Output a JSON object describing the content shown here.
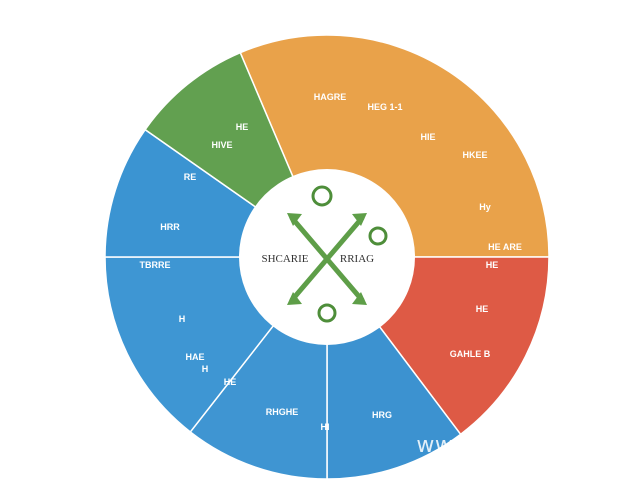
{
  "center": {
    "left_text": "SHCARIE",
    "right_text": "RRIAG",
    "icon": "green-x-cross-arrows-icon"
  },
  "segments": [
    {
      "id": "orange",
      "color": "#E9A24A",
      "labels": [
        "HAGRE",
        "HEG 1-1",
        "HIE",
        "HKEE",
        "Hy"
      ]
    },
    {
      "id": "red",
      "color": "#DE5A45",
      "labels": [
        "HE ARE",
        "HE",
        "HE",
        "GAHLE B"
      ]
    },
    {
      "id": "blue-lower-right",
      "color": "#3C92D0",
      "labels": [
        "HRG"
      ]
    },
    {
      "id": "blue-lower-mid",
      "color": "#3F95D2",
      "labels": [
        "RHGHE",
        "HI"
      ]
    },
    {
      "id": "blue-left",
      "color": "#3E96D3",
      "labels": [
        "TBRRE",
        "H",
        "HAE",
        "H",
        "HE"
      ]
    },
    {
      "id": "blue-upper-left",
      "color": "#3B94D2",
      "labels": [
        "HRR"
      ]
    },
    {
      "id": "green",
      "color": "#62A050",
      "labels": [
        "HE",
        "HIVE",
        "RE"
      ]
    }
  ],
  "watermark": "www.gdxmfw.com"
}
